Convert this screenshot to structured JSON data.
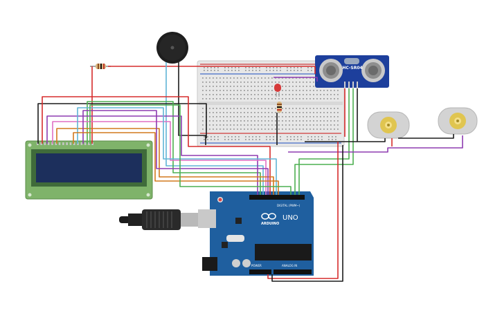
{
  "components": {
    "ultrasonic": {
      "label": "HC-SR04"
    },
    "arduino": {
      "brand": "ARDUINO",
      "model": "UNO",
      "digital_label": "DIGITAL (PWM~)",
      "power_label": "POWER",
      "analog_label": "ANALOG IN"
    }
  },
  "colors": {
    "wire_red": "#d62b2b",
    "wire_black": "#1a1a1a",
    "wire_green": "#4caf50",
    "wire_purple": "#8e3bb0",
    "wire_orange": "#d2781d",
    "wire_blue": "#5fb4d6",
    "wire_pink": "#e06fc4",
    "arduino_blue": "#1f5f9f",
    "lcd_green": "#7fb36a",
    "lcd_screen": "#1c2f5c"
  }
}
